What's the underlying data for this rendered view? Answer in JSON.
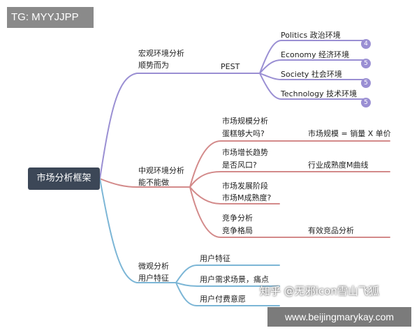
{
  "watermark_top": "TG: MYYJJPP",
  "root": "市场分析框架",
  "branches": {
    "macro": {
      "title_1": "宏观环境分析",
      "title_2": "顺势而为",
      "pest": "PEST",
      "leaves": [
        "Politics 政治环境",
        "Economy 经济环境",
        "Society 社会环境",
        "Technology 技术环境"
      ],
      "badges": [
        "4",
        "5",
        "5",
        "5"
      ]
    },
    "meso": {
      "title_1": "中观环境分析",
      "title_2": "能不能做",
      "items": [
        {
          "line1": "市场规模分析",
          "line2": "蛋糕够大吗?",
          "note": "市场规模 = 销量 X 单价"
        },
        {
          "line1": "市场增长趋势",
          "line2": "是否风口?",
          "note": "行业成熟度M曲线"
        },
        {
          "line1": "市场发展阶段",
          "line2": "市场M成熟度?",
          "note": ""
        },
        {
          "line1": "竞争分析",
          "line2": "竞争格局",
          "note": "有效竞品分析"
        }
      ]
    },
    "micro": {
      "title_1": "微观分析",
      "title_2": "用户特征",
      "items": [
        "用户特征",
        "用户需求场景，痛点",
        "用户付费意愿"
      ]
    }
  },
  "watermark_zhihu": "知乎 @无邪icon雪山飞狐",
  "watermark_site": "www.beijingmarykay.com",
  "colors": {
    "macro": "#9a8fd3",
    "meso": "#d38a8a",
    "micro": "#7cb6d6",
    "root_bg": "#3c4757"
  }
}
